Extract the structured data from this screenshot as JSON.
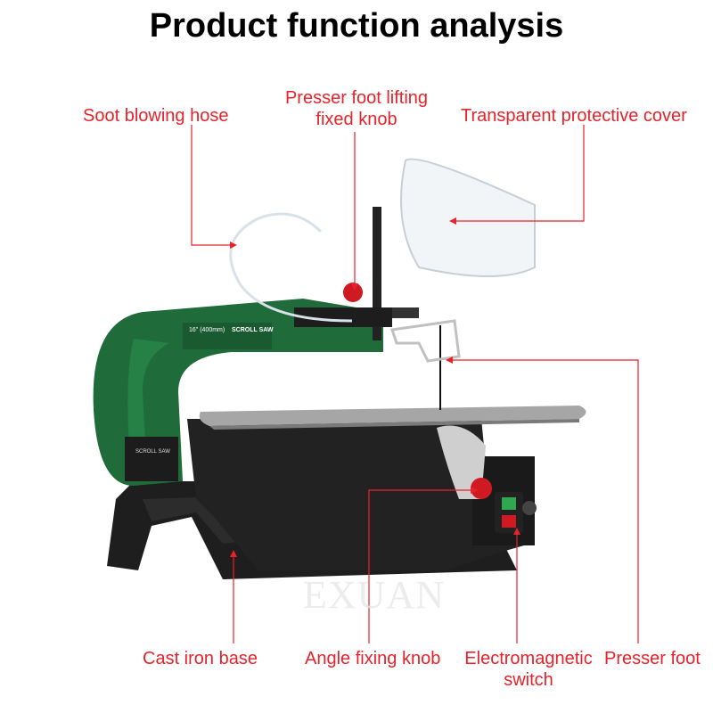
{
  "title": "Product function analysis",
  "labels": {
    "soot_hose": "Soot blowing hose",
    "presser_knob_line1": "Presser foot lifting",
    "presser_knob_line2": "fixed knob",
    "cover": "Transparent protective cover",
    "base": "Cast iron base",
    "angle_knob": "Angle fixing knob",
    "switch_line1": "Electromagnetic",
    "switch_line2": "switch",
    "presser_foot": "Presser foot"
  },
  "machine_text": {
    "size": "16\" (400mm)",
    "name": "SCROLL SAW",
    "side_name": "SCROLL SAW"
  },
  "watermark": "EXUAN",
  "colors": {
    "label": "#e8222a",
    "body_green": "#1f6b3a",
    "base": "#1e1e1e",
    "table": "#a6a6a6",
    "knob": "#d01a22"
  }
}
